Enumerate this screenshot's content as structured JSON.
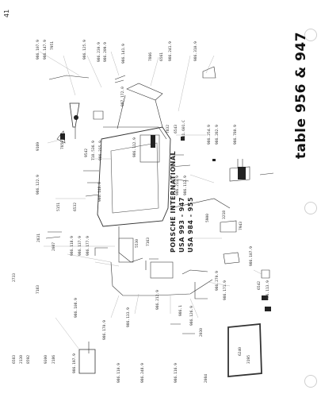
{
  "page": {
    "number": "41",
    "title": "table 956 & 947"
  },
  "brand": {
    "line1": "PORSCHE INTERNATIONAL",
    "line2": "USA 993 - 947",
    "line3": "USA 984 - 955"
  },
  "part_labels": [
    {
      "id": "l01",
      "text": "986.107.9"
    },
    {
      "id": "l02",
      "text": "986.147.9"
    },
    {
      "id": "l03",
      "text": "7951"
    },
    {
      "id": "l04",
      "text": "986.125.9"
    },
    {
      "id": "l05",
      "text": "986.230.9"
    },
    {
      "id": "l06",
      "text": "986.209.9"
    },
    {
      "id": "l07",
      "text": "986.141.9"
    },
    {
      "id": "l08",
      "text": "7866"
    },
    {
      "id": "l09",
      "text": "6561"
    },
    {
      "id": "l10",
      "text": "986.241.9"
    },
    {
      "id": "l11",
      "text": "986.310.9"
    },
    {
      "id": "l12",
      "text": "997.172.0"
    },
    {
      "id": "l13",
      "text": "9169"
    },
    {
      "id": "l14",
      "text": "7850"
    },
    {
      "id": "l15",
      "text": "9542"
    },
    {
      "id": "l16",
      "text": "718.536.9"
    },
    {
      "id": "l17",
      "text": "986.215.9"
    },
    {
      "id": "l18",
      "text": "986.112.9"
    },
    {
      "id": "l19",
      "text": "7832"
    },
    {
      "id": "l20",
      "text": "6543"
    },
    {
      "id": "l21",
      "text": "911.601.C"
    },
    {
      "id": "l22",
      "text": "986.254.9"
    },
    {
      "id": "l23",
      "text": "986.282.9"
    },
    {
      "id": "l24",
      "text": "986.780.9"
    },
    {
      "id": "l25",
      "text": "986.122.9"
    },
    {
      "id": "l26",
      "text": "986.148.9"
    },
    {
      "id": "l27",
      "text": "986.211.9"
    },
    {
      "id": "l28",
      "text": "986.112.9"
    },
    {
      "id": "l29",
      "text": "5151"
    },
    {
      "id": "l30",
      "text": "6532"
    },
    {
      "id": "l31",
      "text": "2831"
    },
    {
      "id": "l32",
      "text": "5900"
    },
    {
      "id": "l33",
      "text": "3218"
    },
    {
      "id": "l34",
      "text": "7943"
    },
    {
      "id": "l35",
      "text": "2087"
    },
    {
      "id": "l36",
      "text": "986.118.9"
    },
    {
      "id": "l37",
      "text": "986.137.9"
    },
    {
      "id": "l38",
      "text": "986.177.9"
    },
    {
      "id": "l39",
      "text": "5530"
    },
    {
      "id": "l40",
      "text": "7163"
    },
    {
      "id": "l41",
      "text": "986.270.9"
    },
    {
      "id": "l42",
      "text": "986.171.9"
    },
    {
      "id": "l43",
      "text": "986.107.9"
    },
    {
      "id": "l44",
      "text": "6542"
    },
    {
      "id": "l45",
      "text": "986.113.9"
    },
    {
      "id": "l46",
      "text": "2733"
    },
    {
      "id": "l47",
      "text": "7183"
    },
    {
      "id": "l48",
      "text": "986.108.9"
    },
    {
      "id": "l49",
      "text": "986.170.9"
    },
    {
      "id": "l50",
      "text": "986.133.9"
    },
    {
      "id": "l51",
      "text": "986.212.9"
    },
    {
      "id": "l52",
      "text": "986.1"
    },
    {
      "id": "l53",
      "text": "986.126.9"
    },
    {
      "id": "l54",
      "text": "2030"
    },
    {
      "id": "l55",
      "text": "6583"
    },
    {
      "id": "l56",
      "text": "2130"
    },
    {
      "id": "l57",
      "text": "8592"
    },
    {
      "id": "l58",
      "text": "9300"
    },
    {
      "id": "l59",
      "text": "2186"
    },
    {
      "id": "l60",
      "text": "986.197.9"
    },
    {
      "id": "l61",
      "text": "986.110.9"
    },
    {
      "id": "l62",
      "text": "986.248.9"
    },
    {
      "id": "l63",
      "text": "986.116.9"
    },
    {
      "id": "l64",
      "text": "2084"
    },
    {
      "id": "l65",
      "text": "6240"
    },
    {
      "id": "l66",
      "text": "3195"
    }
  ]
}
